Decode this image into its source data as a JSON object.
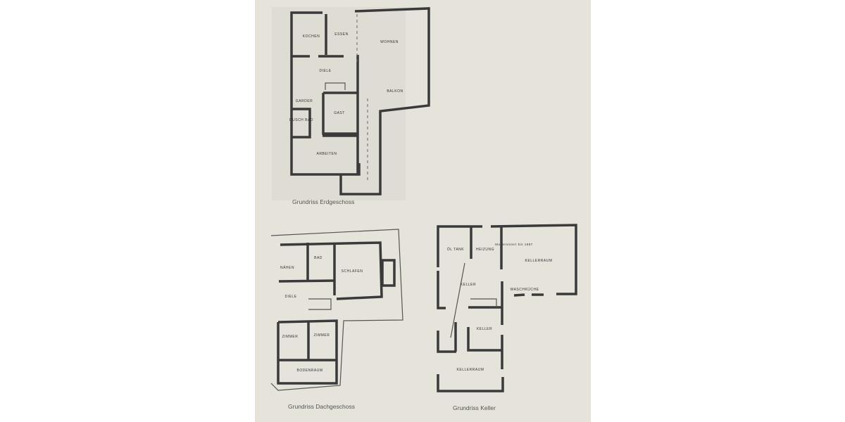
{
  "plans": {
    "ground": {
      "caption": "Grundriss Erdgeschoss",
      "rooms": [
        "KOCHEN",
        "ESSEN",
        "WOHNEN",
        "DIELE",
        "GARDER",
        "DUSCH BAD",
        "GAST",
        "ARBEITEN",
        "BALKON"
      ]
    },
    "attic": {
      "caption": "Grundriss Dachgeschoss",
      "rooms": [
        "NÄHEN",
        "BAD",
        "SCHLAFEN",
        "DIELE",
        "ZIMMER",
        "ZIMMER",
        "BODENRAUM"
      ]
    },
    "basement": {
      "caption": "Grundriss Keller",
      "rooms": [
        "ÖL TANK",
        "HEIZUNG",
        "KELLERRAUM",
        "KELLER",
        "WASCHKÜCHE",
        "KELLER",
        "KELLERRAUM"
      ],
      "annotation": "Modernisiert bis 1997"
    }
  }
}
